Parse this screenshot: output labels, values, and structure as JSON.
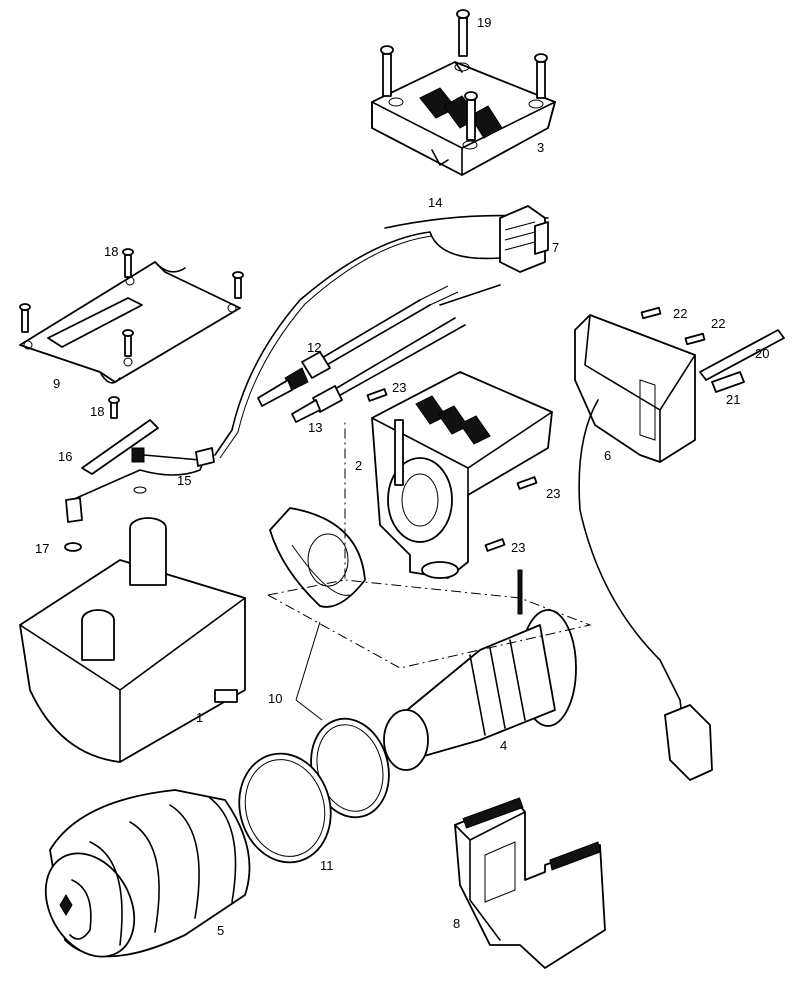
{
  "labels": {
    "p1": "1",
    "p2": "2",
    "p3": "3",
    "p4": "4",
    "p5": "5",
    "p6": "6",
    "p7": "7",
    "p8": "8",
    "p9": "9",
    "p10": "10",
    "p11": "11",
    "p12": "12",
    "p13": "13",
    "p14": "14",
    "p15": "15",
    "p16": "16",
    "p17": "17",
    "p18a": "18",
    "p18b": "18",
    "p19": "19",
    "p20": "20",
    "p21": "21",
    "p22a": "22",
    "p22b": "22",
    "p23a": "23",
    "p23b": "23",
    "p23c": "23"
  }
}
